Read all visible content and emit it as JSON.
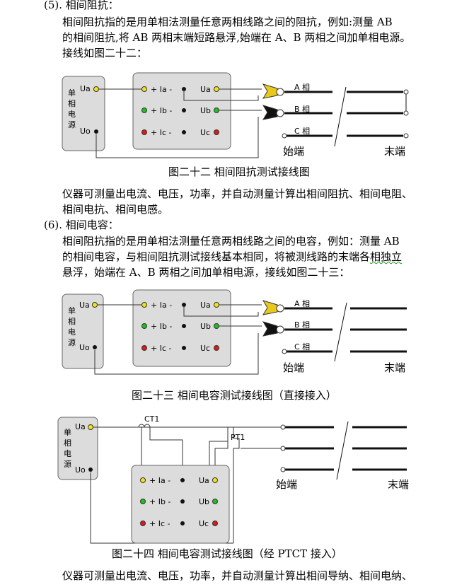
{
  "sec5": {
    "heading": "(5). 相间阻抗：",
    "lines": [
      "相间阻抗指的是用单相法测量任意两相线路之间的阻抗，例如:测量 AB",
      "的相间阻抗,将 AB 两相末端短路悬浮,始端在 A、B 两相之间加单相电源。",
      "接线如图二十二："
    ],
    "caption": "图二十二  相间阻抗测试接线图",
    "after": [
      "仪器可测量出电流、电压，功率，并自动测量计算出相间阻抗、相间电阻、",
      "相间电抗、相间电感。"
    ]
  },
  "sec6": {
    "heading": "(6). 相间电容：",
    "lines": [
      "相间阻抗指的是用单相法测量任意两相线路之间的电容，例如：测量 AB",
      "的相间电容，与相间阻抗测试接线基本相同，将被测线路的末端各",
      "悬浮，始端在 A、B 两相之间加单相电源，接线如图二十三："
    ],
    "line2_tail": "相独立",
    "caption23": "图二十三  相间电容测试接线图（直接接入）",
    "caption24": "图二十四  相间电容测试接线图（经 PTCT 接入）",
    "after": "仪器可测量出电流、电压，功率，并自动测量计算出相间导纳、相间电纳、"
  },
  "diagram": {
    "source_label": "单\n相\n电\n源",
    "source_chars": [
      "单",
      "相",
      "电",
      "源"
    ],
    "ua": "Ua",
    "uo": "Uo",
    "ia": "+ Ia -",
    "ib": "+ Ib -",
    "ic": "+ Ic -",
    "ub": "Ub",
    "uc": "Uc",
    "phase_a": "A 相",
    "phase_b": "B 相",
    "phase_c": "C 相",
    "start_end": "始端",
    "far_end": "末端",
    "ct": "CT1",
    "pt": "PT1"
  },
  "colors": {
    "yellow": "#f2e21a",
    "green": "#1fbf1f",
    "red": "#d81b1b",
    "box": "#dcdcdc"
  }
}
